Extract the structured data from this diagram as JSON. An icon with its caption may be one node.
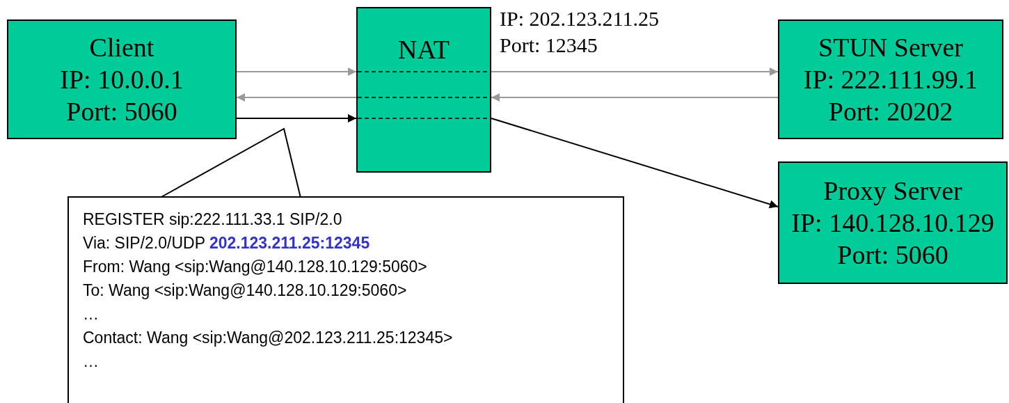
{
  "diagram": {
    "nodes": [
      {
        "text": [
          "Client",
          "IP: 10.0.0.1",
          "Port: 5060"
        ]
      },
      {
        "text": [
          "NAT"
        ],
        "beside": [
          "IP: 202.123.211.25",
          "Port: 12345"
        ]
      },
      {
        "text": [
          "STUN Server",
          "IP: 222.111.99.1",
          "Port: 20202"
        ]
      },
      {
        "text": [
          "Proxy Server",
          "IP: 140.128.10.129",
          "Port: 5060"
        ]
      },
      {
        "text": [
          "REGISTER sip:222.111.33.1 SIP/2.0",
          "Via: SIP/2.0/UDP **202.123.211.25:12345**",
          "From: Wang <sip:Wang@140.128.10.129:5060>",
          "To: Wang <sip:Wang@140.128.10.129:5060>",
          "…",
          "Contact: Wang <sip:Wang@202.123.211.25:12345>",
          "…"
        ]
      }
    ],
    "edges": [
      {
        "from": 0,
        "to": 1,
        "arrow": "to"
      },
      {
        "from": 1,
        "to": 2,
        "arrow": "to"
      },
      {
        "from": 2,
        "to": 1,
        "arrow": "to"
      },
      {
        "from": 1,
        "to": 0,
        "arrow": "to"
      },
      {
        "from": 0,
        "to": 1,
        "arrow": "to",
        "color": "#000000"
      },
      {
        "from": 1,
        "to": 3,
        "arrow": "to",
        "color": "#000000"
      }
    ]
  }
}
